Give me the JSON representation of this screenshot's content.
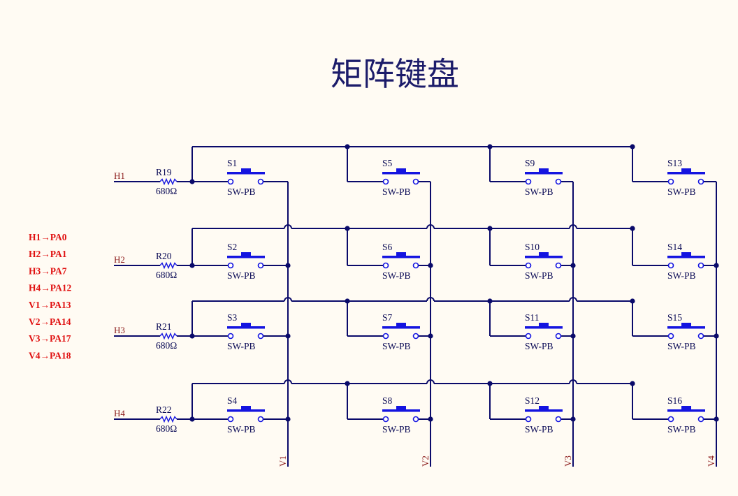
{
  "title": "矩阵键盘",
  "rows": [
    {
      "net": "H1",
      "resistor": "R19",
      "value": "680Ω"
    },
    {
      "net": "H2",
      "resistor": "R20",
      "value": "680Ω"
    },
    {
      "net": "H3",
      "resistor": "R21",
      "value": "680Ω"
    },
    {
      "net": "H4",
      "resistor": "R22",
      "value": "680Ω"
    }
  ],
  "columns": [
    "V1",
    "V2",
    "V3",
    "V4"
  ],
  "switches": [
    "S1",
    "S2",
    "S3",
    "S4",
    "S5",
    "S6",
    "S7",
    "S8",
    "S9",
    "S10",
    "S11",
    "S12",
    "S13",
    "S14",
    "S15",
    "S16"
  ],
  "switch_type": "SW-PB",
  "pin_map": [
    "H1→PA0",
    "H2→PA1",
    "H3→PA7",
    "H4→PA12",
    "V1→PA13",
    "V2→PA14",
    "V3→PA17",
    "V4→PA18"
  ],
  "colors": {
    "wire": "#0a0a6a",
    "switch": "#1414e0",
    "pin_map": "#e01010",
    "net_label": "#8b1a1a",
    "background": "#fffbf3"
  }
}
